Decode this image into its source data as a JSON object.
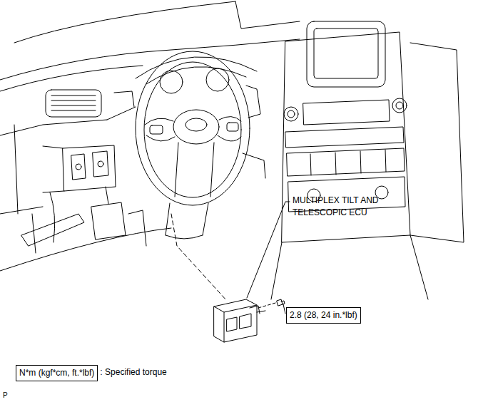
{
  "diagram": {
    "nodes": [
      {
        "text": [
          "2.8 (28, 24 in.*lbf)"
        ]
      },
      {
        "text": [
          "N*m (kgf*cm, ft.*lbf)"
        ]
      }
    ],
    "labels": [
      "MULTIPLEX TILT AND TELESCOPIC ECU",
      ": Specified torque",
      "P"
    ]
  }
}
